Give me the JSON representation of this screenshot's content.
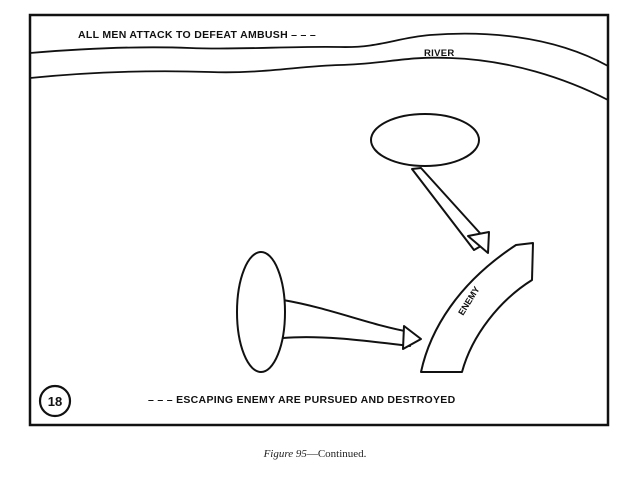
{
  "diagram": {
    "instruction_top": "ALL MEN ATTACK TO DEFEAT AMBUSH – – –",
    "river_label": "RIVER",
    "enemy_label": "ENEMY",
    "step_number": "18",
    "instruction_bottom": "– – – ESCAPING ENEMY ARE PURSUED AND DESTROYED",
    "stroke_color": "#111111"
  },
  "caption": {
    "figure_label": "Figure 95",
    "figure_suffix": "—Continued."
  }
}
